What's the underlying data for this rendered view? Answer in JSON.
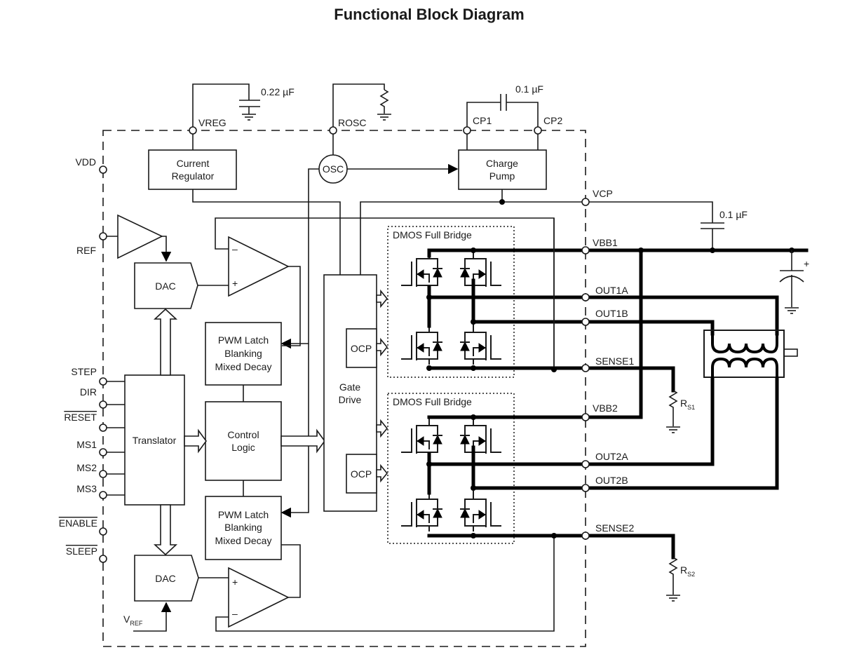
{
  "title": "Functional Block Diagram",
  "blocks": {
    "current_regulator": [
      "Current",
      "Regulator"
    ],
    "osc": "OSC",
    "charge_pump": [
      "Charge",
      "Pump"
    ],
    "dac_top": "DAC",
    "dac_bottom": "DAC",
    "pwm_top": [
      "PWM Latch",
      "Blanking",
      "Mixed Decay"
    ],
    "pwm_bottom": [
      "PWM Latch",
      "Blanking",
      "Mixed Decay"
    ],
    "control_logic": [
      "Control",
      "Logic"
    ],
    "translator": "Translator",
    "gate_drive": [
      "Gate",
      "Drive"
    ],
    "ocp_top": "OCP",
    "ocp_bottom": "OCP",
    "bridge_top": "DMOS Full Bridge",
    "bridge_bottom": "DMOS Full Bridge"
  },
  "pins": {
    "vreg": "VREG",
    "rosc": "ROSC",
    "cp1": "CP1",
    "cp2": "CP2",
    "vdd": "VDD",
    "ref": "REF",
    "step": "STEP",
    "dir": "DIR",
    "reset": "RESET",
    "ms1": "MS1",
    "ms2": "MS2",
    "ms3": "MS3",
    "enable": "ENABLE",
    "sleep": "SLEEP",
    "vcp": "VCP",
    "vbb1": "VBB1",
    "out1a": "OUT1A",
    "out1b": "OUT1B",
    "sense1": "SENSE1",
    "vbb2": "VBB2",
    "out2a": "OUT2A",
    "out2b": "OUT2B",
    "sense2": "SENSE2"
  },
  "components": {
    "vreg_cap": "0.22 µF",
    "cp_cap": "0.1 µF",
    "vcp_cap": "0.1 µF",
    "rs1": {
      "main": "R",
      "sub": "S1"
    },
    "rs2": {
      "main": "R",
      "sub": "S2"
    },
    "vref": {
      "main": "V",
      "sub": "REF"
    },
    "bulk_cap_polarity": "+"
  },
  "opamp_signs": {
    "minus": "–",
    "plus": "+"
  }
}
